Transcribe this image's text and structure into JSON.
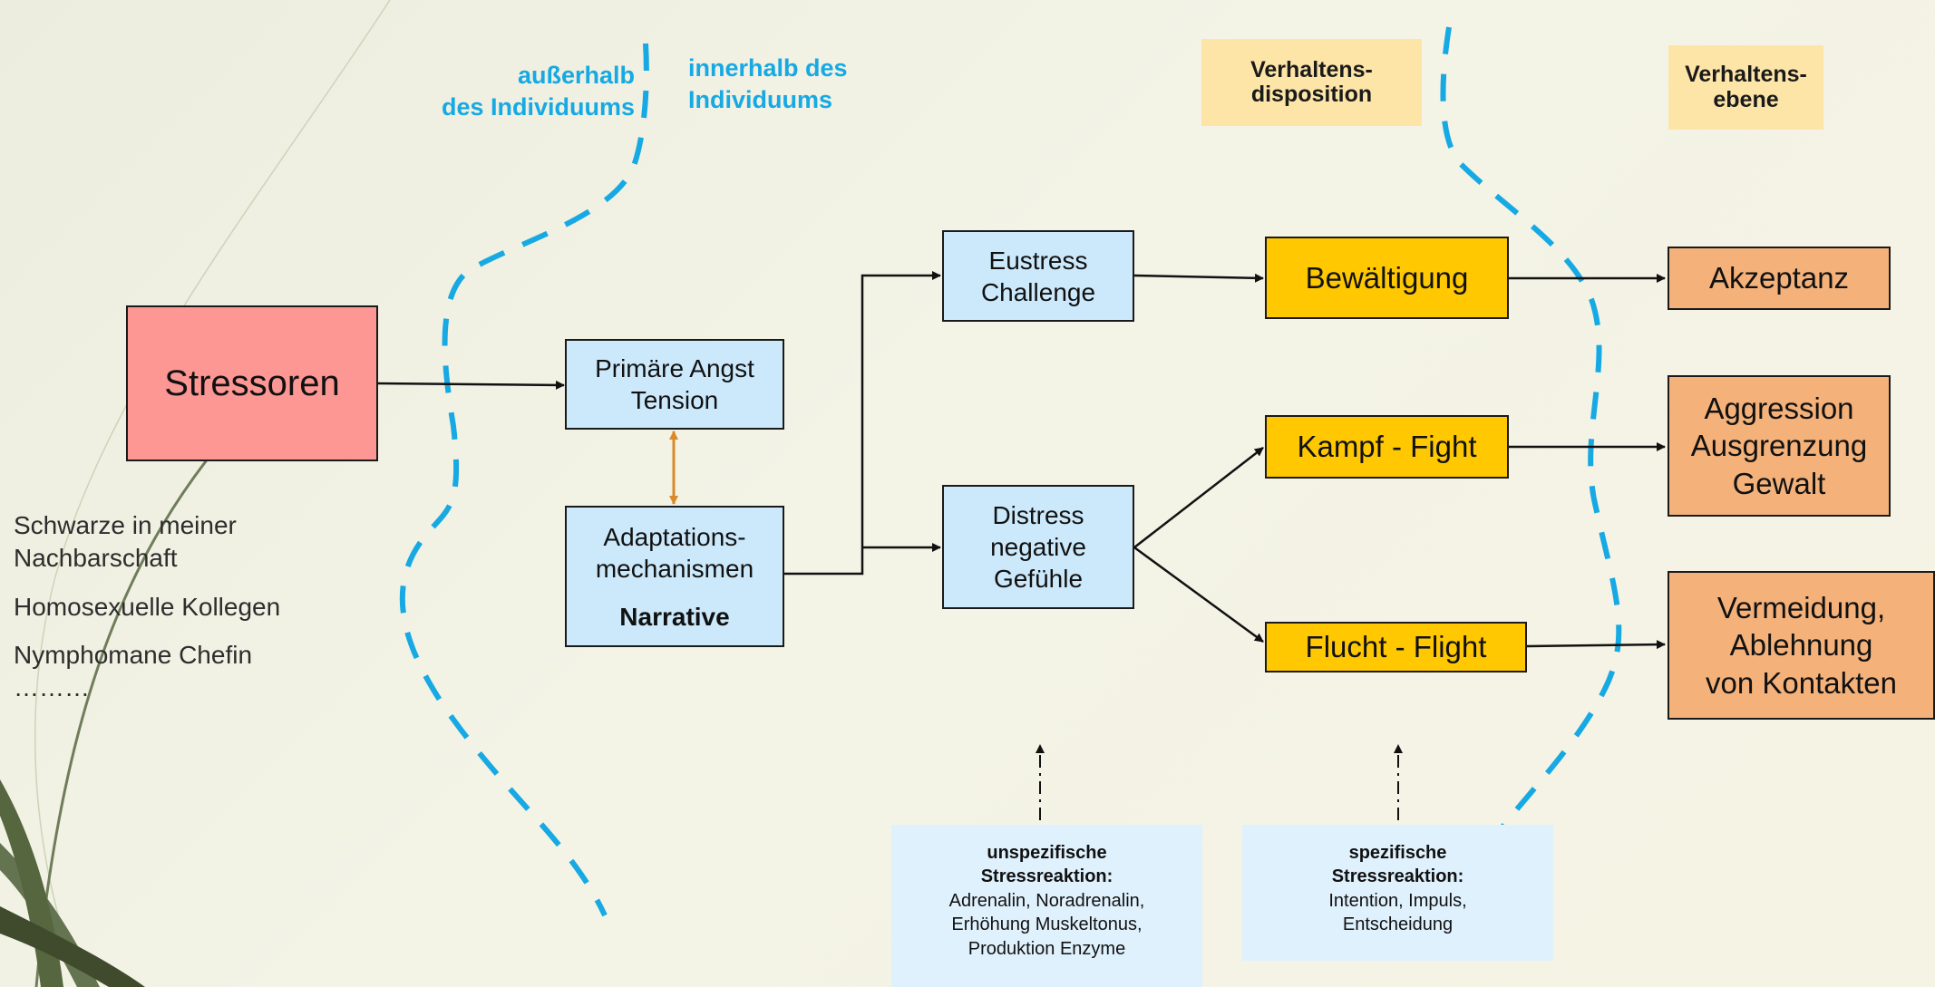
{
  "colors": {
    "blue_box": "#cce9fb",
    "yellow_box": "#ffc800",
    "orange_box": "#f4b27a",
    "stressor_box": "#fc9794",
    "header_box": "#fde5a8",
    "note_box": "#dff1fd",
    "boundary_line": "#16a9e3",
    "double_arrow": "#d98a2b"
  },
  "regions": {
    "outside": [
      "außerhalb",
      "des Individuums"
    ],
    "inside": [
      "innerhalb des",
      "Individuums"
    ]
  },
  "headers": {
    "disposition": [
      "Verhaltens-",
      "disposition"
    ],
    "level": [
      "Verhaltens-",
      "ebene"
    ]
  },
  "nodes": {
    "stressoren": "Stressoren",
    "primaere_angst": [
      "Primäre Angst",
      "Tension"
    ],
    "adaptation": [
      "Adaptations-",
      "mechanismen"
    ],
    "narrative": "Narrative",
    "eustress": [
      "Eustress",
      "Challenge"
    ],
    "distress": [
      "Distress",
      "negative",
      "Gefühle"
    ],
    "bewaeltigung": "Bewältigung",
    "kampf": "Kampf - Fight",
    "flucht": "Flucht - Flight",
    "akzeptanz": "Akzeptanz",
    "aggression": [
      "Aggression",
      "Ausgrenzung",
      "Gewalt"
    ],
    "vermeidung": [
      "Vermeidung,",
      "Ablehnung",
      "von Kontakten"
    ]
  },
  "examples": [
    "Schwarze in meiner",
    "Nachbarschaft",
    "Homosexuelle Kollegen",
    "Nymphomane Chefin",
    "………"
  ],
  "notes": {
    "unspecific": {
      "title": [
        "unspezifische",
        "Stressreaktion:"
      ],
      "body": [
        "Adrenalin, Noradrenalin,",
        "Erhöhung Muskeltonus,",
        "Produktion Enzyme"
      ]
    },
    "specific": {
      "title": [
        "spezifische",
        "Stressreaktion:"
      ],
      "body": [
        "Intention, Impuls,",
        "Entscheidung"
      ]
    }
  }
}
